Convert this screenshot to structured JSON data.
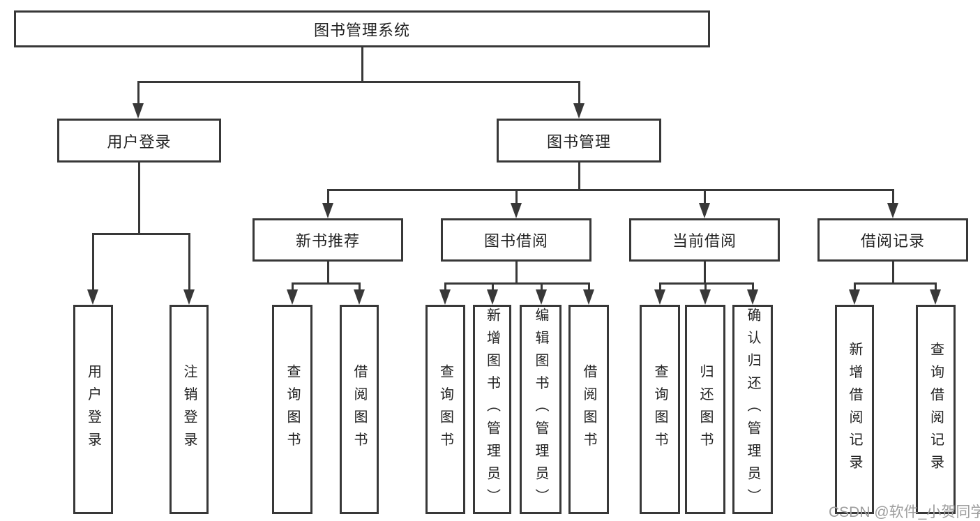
{
  "diagram": {
    "root": {
      "label": "图书管理系统"
    },
    "level2": [
      {
        "label": "用户登录"
      },
      {
        "label": "图书管理"
      }
    ],
    "level3": [
      {
        "label": "新书推荐"
      },
      {
        "label": "图书借阅"
      },
      {
        "label": "当前借阅"
      },
      {
        "label": "借阅记录"
      }
    ],
    "leaves": [
      {
        "label": "用户登录"
      },
      {
        "label": "注销登录"
      },
      {
        "label": "查询图书"
      },
      {
        "label": "借阅图书"
      },
      {
        "label": "查询图书"
      },
      {
        "label": "新增图书（管理员）"
      },
      {
        "label": "编辑图书（管理员）"
      },
      {
        "label": "借阅图书"
      },
      {
        "label": "查询图书"
      },
      {
        "label": "归还图书"
      },
      {
        "label": "确认归还（管理员）"
      },
      {
        "label": "新增借阅记录"
      },
      {
        "label": "查询借阅记录"
      }
    ]
  },
  "watermark": {
    "text": "CSDN @软件_小贺同学"
  },
  "colors": {
    "line": "#383838",
    "text": "#222222",
    "watermark": "#9e9e9e",
    "bg": "#ffffff"
  }
}
